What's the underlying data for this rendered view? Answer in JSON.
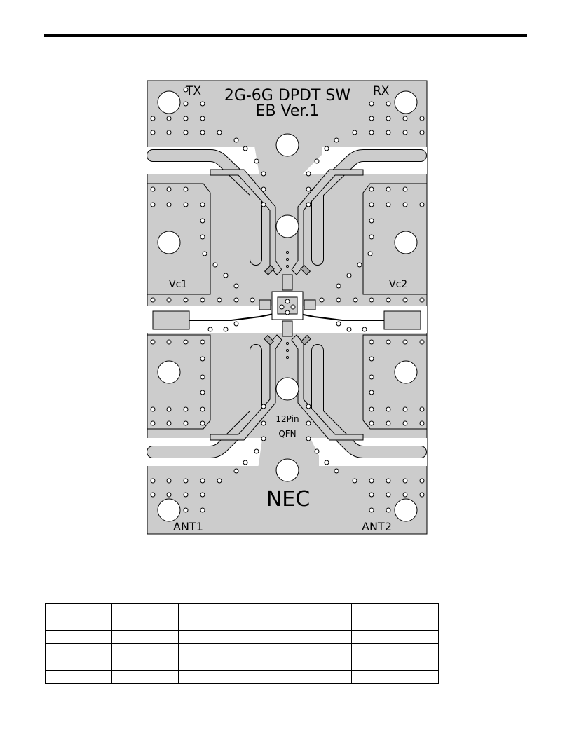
{
  "board": {
    "title_line1": "2G-6G DPDT SW",
    "title_line2": "EB Ver.1",
    "tx_label": "TX",
    "rx_label": "RX",
    "vc1_label": "Vc1",
    "vc2_label": "Vc2",
    "pkg_line1": "12Pin",
    "pkg_line2": "QFN",
    "maker": "NEC",
    "ant1_label": "ANT1",
    "ant2_label": "ANT2"
  },
  "table": {
    "rows": 6,
    "columns": 5
  }
}
